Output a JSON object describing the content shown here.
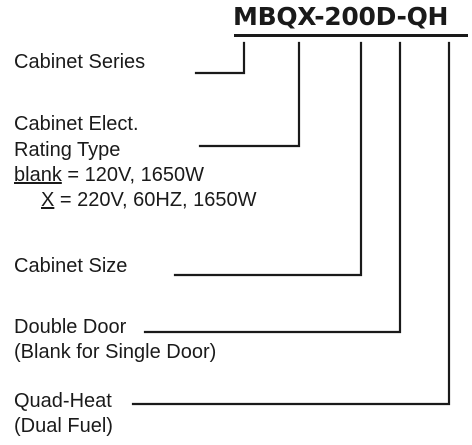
{
  "model_code": "MBQX-200D-QH",
  "legend": {
    "cabinet_series": "Cabinet Series",
    "elect_rating": {
      "line1": "Cabinet Elect.",
      "line2": "Rating Type",
      "option_blank": {
        "key": "blank",
        "value": " = 120V, 1650W"
      },
      "option_x": {
        "key": "X",
        "value": " = 220V, 60HZ, 1650W"
      }
    },
    "cabinet_size": "Cabinet Size",
    "double_door": {
      "line1": "Double Door",
      "line2": "(Blank for Single Door)"
    },
    "quad_heat": {
      "line1": "Quad-Heat",
      "line2": "(Dual Fuel)"
    }
  },
  "colors": {
    "ink": "#1a1a1a",
    "background": "#ffffff"
  }
}
